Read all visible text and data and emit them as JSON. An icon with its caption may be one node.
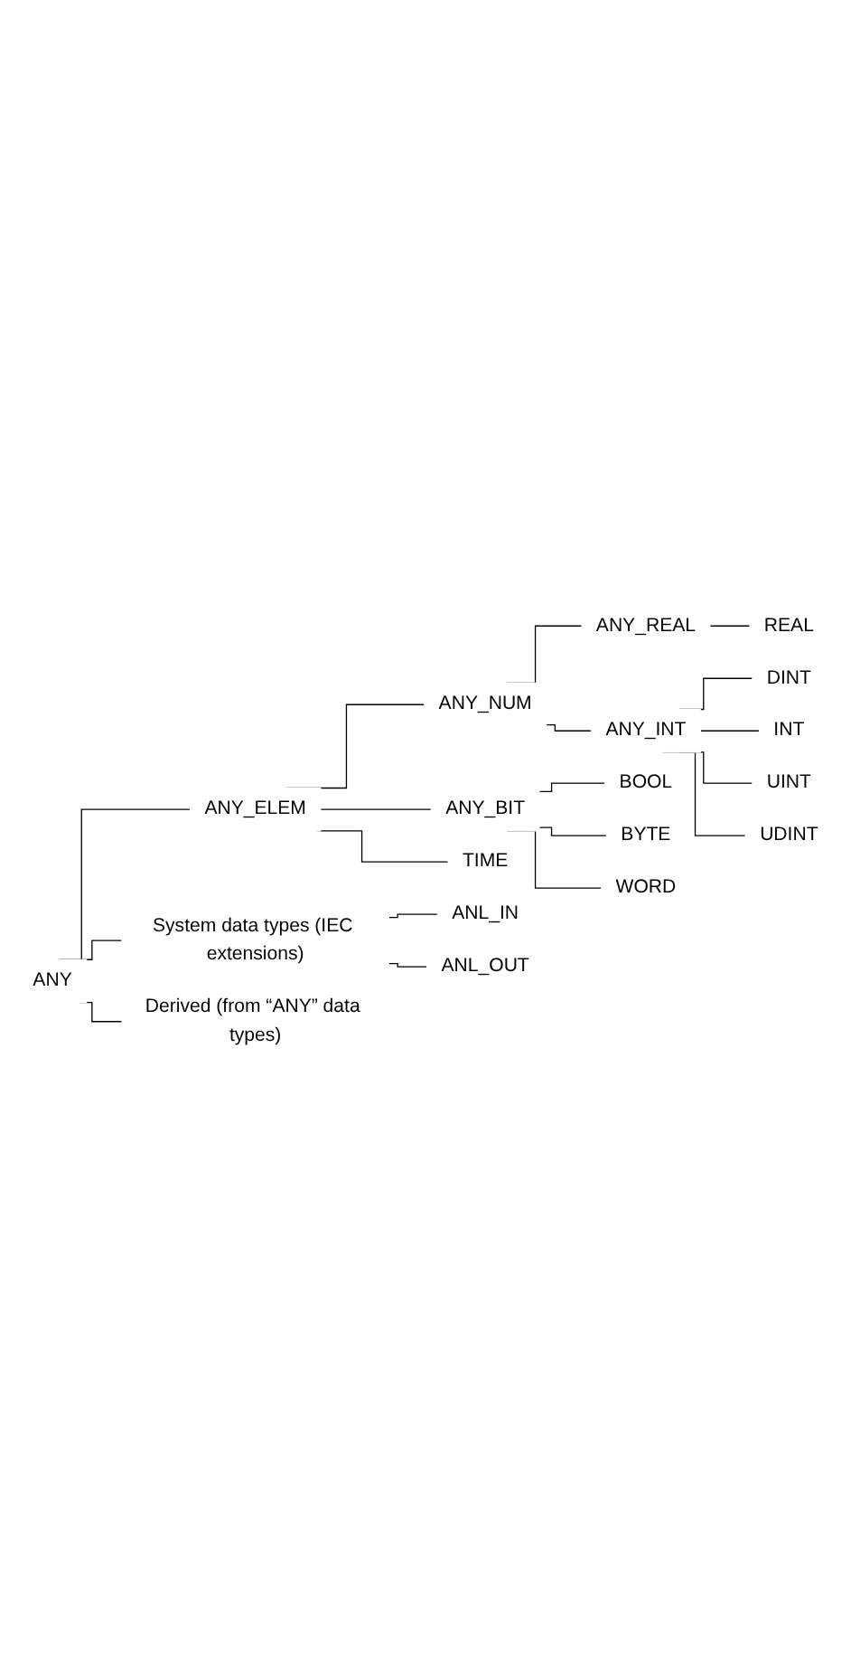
{
  "diagram": {
    "nodes": [
      {
        "text": [
          "ANY"
        ]
      },
      {
        "text": [
          "ANY_ELEM"
        ]
      },
      {
        "text": [
          "ANY_NUM"
        ]
      },
      {
        "text": [
          "ANY_REAL"
        ]
      },
      {
        "text": [
          "REAL"
        ]
      },
      {
        "text": [
          "ANY_INT"
        ]
      },
      {
        "text": [
          "DINT"
        ]
      },
      {
        "text": [
          "INT"
        ]
      },
      {
        "text": [
          "UINT"
        ]
      },
      {
        "text": [
          "UDINT"
        ]
      },
      {
        "text": [
          "ANY_BIT"
        ]
      },
      {
        "text": [
          "BOOL"
        ]
      },
      {
        "text": [
          "BYTE"
        ]
      },
      {
        "text": [
          "WORD"
        ]
      },
      {
        "text": [
          "TIME"
        ]
      },
      {
        "text": [
          "System data types (IEC extensions)"
        ]
      },
      {
        "text": [
          "ANL_IN"
        ]
      },
      {
        "text": [
          "ANL_OUT"
        ]
      },
      {
        "text": [
          "Derived (from “ANY” data types)"
        ]
      }
    ],
    "edges": [
      {
        "from": 0,
        "to": 1,
        "arrow": "none"
      },
      {
        "from": 1,
        "to": 2,
        "arrow": "none"
      },
      {
        "from": 2,
        "to": 3,
        "arrow": "none"
      },
      {
        "from": 3,
        "to": 4,
        "arrow": "none"
      },
      {
        "from": 2,
        "to": 5,
        "arrow": "none"
      },
      {
        "from": 5,
        "to": 6,
        "arrow": "none"
      },
      {
        "from": 5,
        "to": 7,
        "arrow": "none"
      },
      {
        "from": 5,
        "to": 8,
        "arrow": "none"
      },
      {
        "from": 5,
        "to": 9,
        "arrow": "none"
      },
      {
        "from": 1,
        "to": 10,
        "arrow": "none"
      },
      {
        "from": 10,
        "to": 11,
        "arrow": "none"
      },
      {
        "from": 10,
        "to": 12,
        "arrow": "none"
      },
      {
        "from": 10,
        "to": 13,
        "arrow": "none"
      },
      {
        "from": 1,
        "to": 14,
        "arrow": "none"
      },
      {
        "from": 0,
        "to": 15,
        "arrow": "none"
      },
      {
        "from": 15,
        "to": 16,
        "arrow": "none"
      },
      {
        "from": 15,
        "to": 17,
        "arrow": "none"
      },
      {
        "from": 0,
        "to": 18,
        "arrow": "none"
      }
    ]
  }
}
